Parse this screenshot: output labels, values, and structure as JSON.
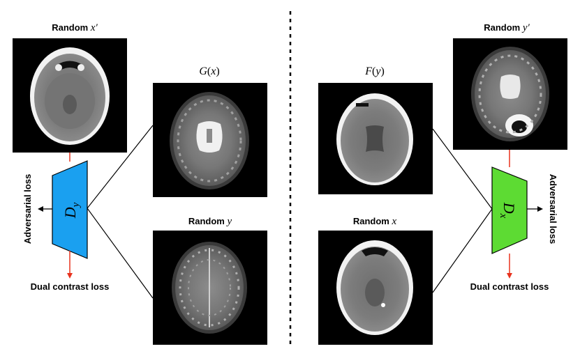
{
  "left_panel": {
    "top_image_label": {
      "prefix": "Random",
      "var": "x′"
    },
    "generated_label": {
      "fn": "G",
      "open": "(",
      "arg": "x",
      "close": ")"
    },
    "bottom_image_label": {
      "prefix": "Random",
      "var": "y"
    },
    "discriminator": {
      "main": "D",
      "sub": "y",
      "color": "#1aa0f0"
    },
    "side_loss_label": "Adversarial loss",
    "bottom_loss_label": "Dual contrast loss",
    "images": {
      "top": "axial CT brain scan",
      "middle": "axial MR T2 brain scan",
      "bottom": "axial MR T2 brain scan"
    }
  },
  "right_panel": {
    "top_image_label": {
      "prefix": "Random",
      "var": "y′"
    },
    "generated_label": {
      "fn": "F",
      "open": "(",
      "arg": "y",
      "close": ")"
    },
    "bottom_image_label": {
      "prefix": "Random",
      "var": "x"
    },
    "discriminator": {
      "main": "D",
      "sub": "x",
      "color": "#5ddb33"
    },
    "side_loss_label": "Adversarial loss",
    "bottom_loss_label": "Dual contrast loss",
    "images": {
      "top": "axial MR T2 brain scan with lesion",
      "middle": "axial CT brain scan",
      "bottom": "axial CT brain scan"
    }
  },
  "colors": {
    "arrow_red": "#e8321e",
    "line": "#000000",
    "divider": "#000000"
  }
}
